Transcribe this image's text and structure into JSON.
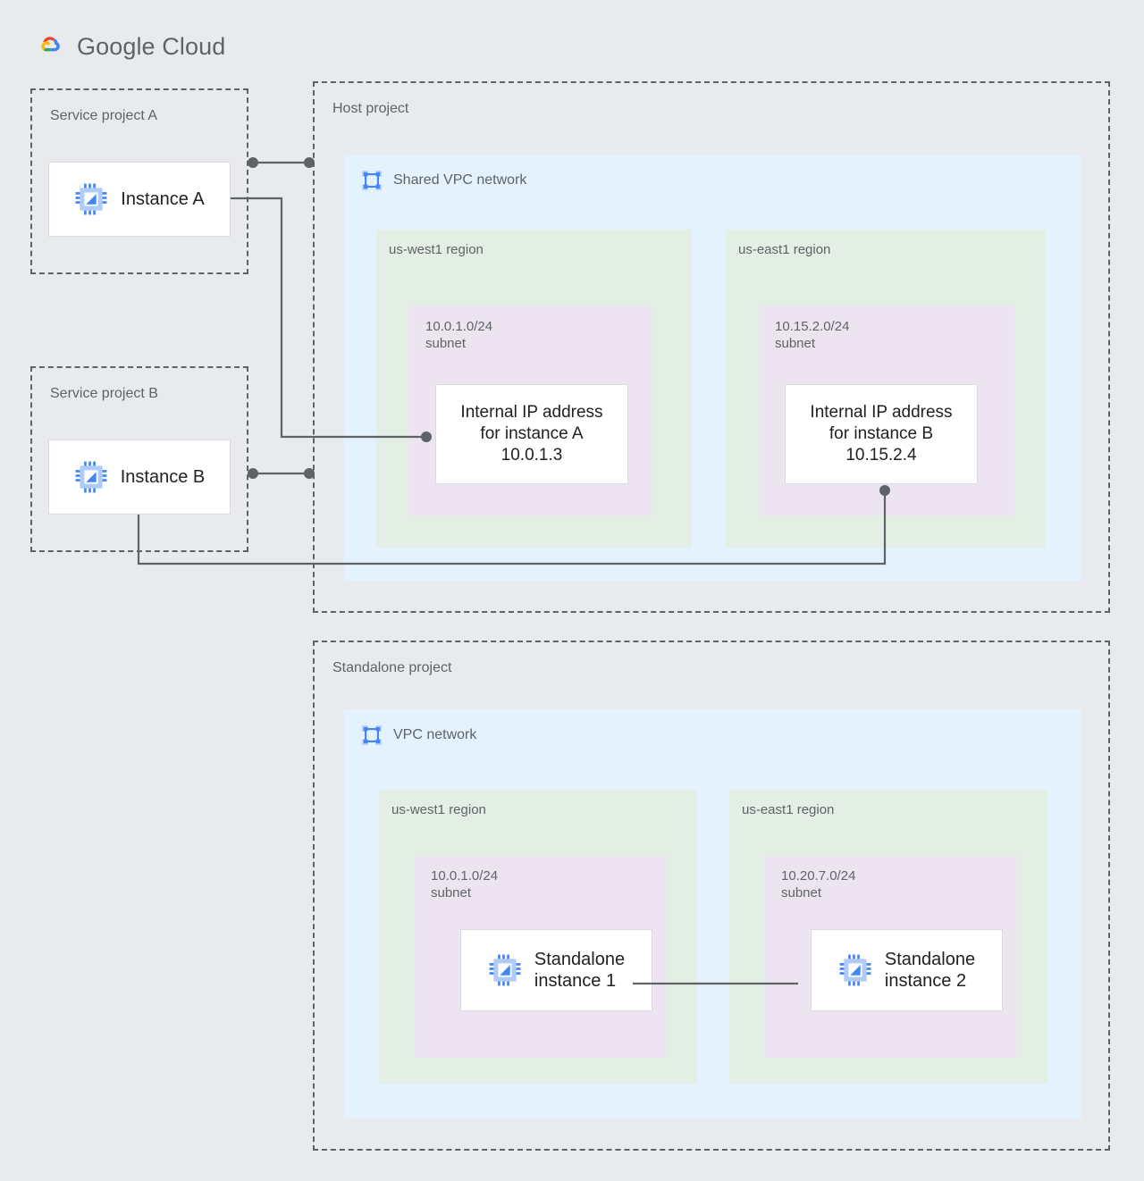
{
  "brand": {
    "name": "Google Cloud",
    "icon": "google-cloud-logo"
  },
  "service_project_a": {
    "label": "Service project A",
    "instance": {
      "label": "Instance A",
      "icon": "cpu-icon"
    }
  },
  "service_project_b": {
    "label": "Service project B",
    "instance": {
      "label": "Instance B",
      "icon": "cpu-icon"
    }
  },
  "host_project": {
    "label": "Host project",
    "network": {
      "label": "Shared VPC network",
      "icon": "vpc-network-icon",
      "regions": [
        {
          "label": "us-west1 region",
          "subnet": {
            "label": "10.0.1.0/24\nsubnet",
            "cidr": "10.0.1.0/24",
            "card": "Internal IP address\nfor instance A\n10.0.1.3",
            "ip": "10.0.1.3"
          }
        },
        {
          "label": "us-east1 region",
          "subnet": {
            "label": "10.15.2.0/24\nsubnet",
            "cidr": "10.15.2.0/24",
            "card": "Internal IP address\nfor instance B\n10.15.2.4",
            "ip": "10.15.2.4"
          }
        }
      ]
    }
  },
  "standalone_project": {
    "label": "Standalone project",
    "network": {
      "label": "VPC network",
      "icon": "vpc-network-icon",
      "regions": [
        {
          "label": "us-west1 region",
          "subnet": {
            "label": "10.0.1.0/24\nsubnet",
            "cidr": "10.0.1.0/24",
            "instance": {
              "label": "Standalone\ninstance 1",
              "icon": "cpu-icon"
            }
          }
        },
        {
          "label": "us-east1 region",
          "subnet": {
            "label": "10.20.7.0/24\nsubnet",
            "cidr": "10.20.7.0/24",
            "instance": {
              "label": "Standalone\ninstance 2",
              "icon": "cpu-icon"
            }
          }
        }
      ]
    }
  },
  "colors": {
    "page_background": "#e8eaed",
    "vpc_background": "#e3f2fd",
    "region_background": "#e3efe5",
    "subnet_background": "#ece5f1",
    "card_background": "#ffffff",
    "line": "#5f6368",
    "text_muted": "#5f6368",
    "text_primary": "#202124",
    "icon_blue": "#4285f4",
    "icon_blue_light": "#8ab4f8"
  }
}
